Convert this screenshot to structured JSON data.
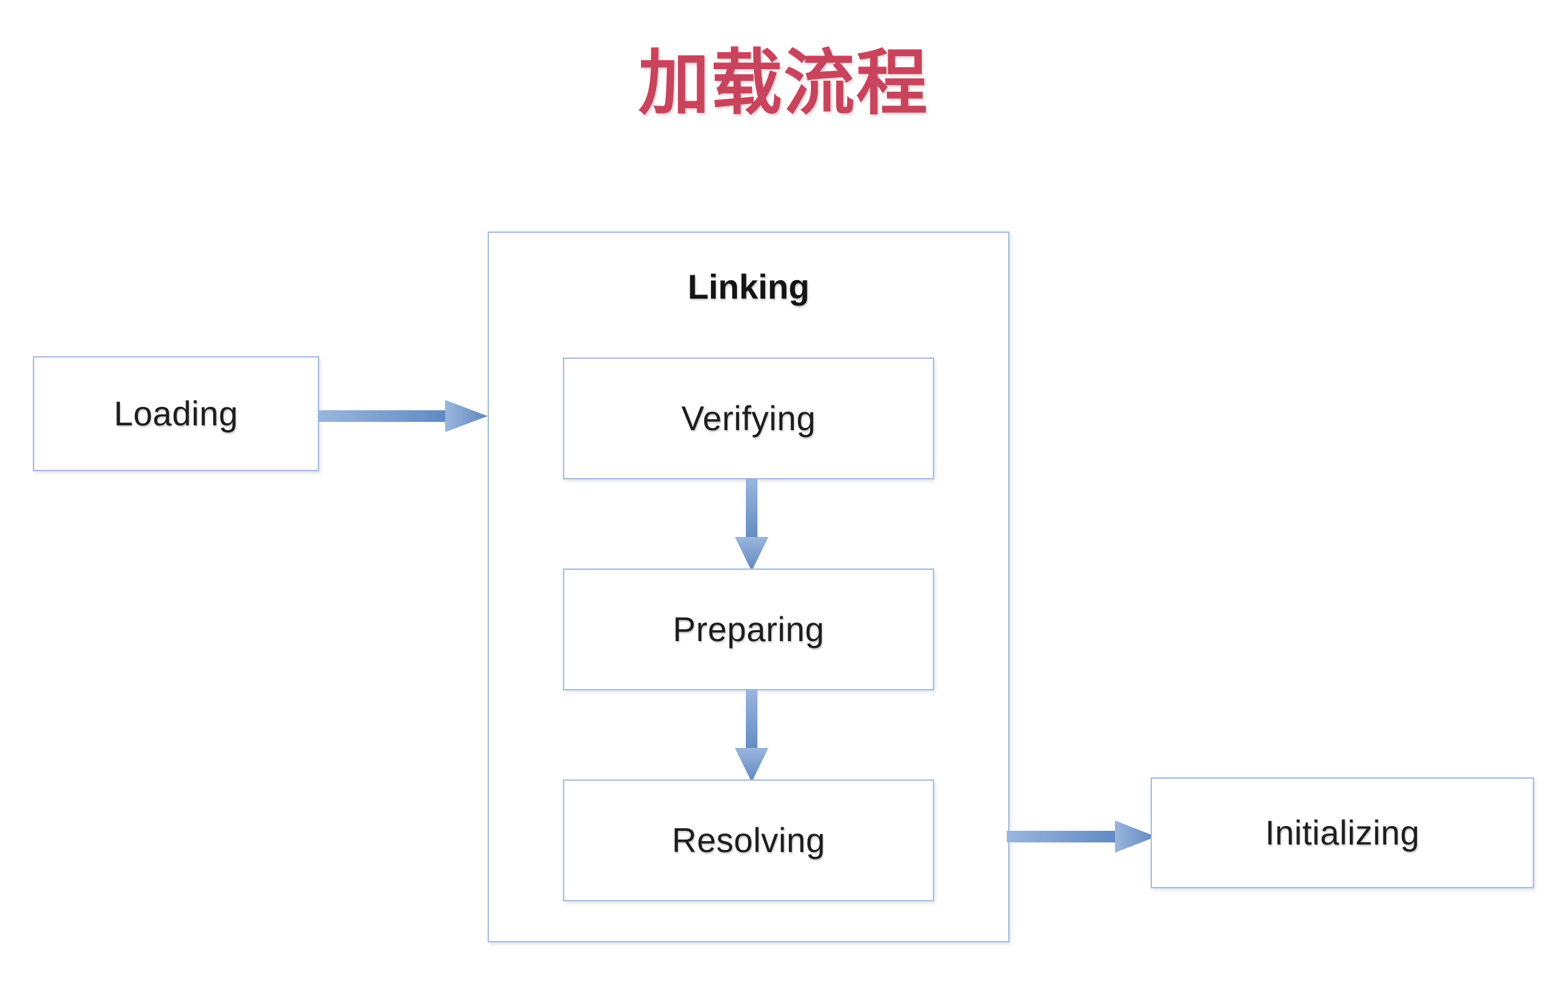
{
  "page": {
    "title": "加载流程",
    "background_color": "#ffffff",
    "title_color": "#c8445c"
  },
  "theme": {
    "box_border_color": "#aabede",
    "box_fill_color": "#ffffff",
    "arrow_color": "#6f94c6",
    "arrow_color_light": "#a9c3e2",
    "text_color": "#1d1d1d"
  },
  "diagram": {
    "type": "flowchart",
    "orientation": "left-to-right",
    "nodes": [
      {
        "id": "loading",
        "label": "Loading",
        "kind": "step"
      },
      {
        "id": "linking",
        "label": "Linking",
        "kind": "group"
      },
      {
        "id": "verifying",
        "label": "Verifying",
        "kind": "step",
        "parent": "linking"
      },
      {
        "id": "preparing",
        "label": "Preparing",
        "kind": "step",
        "parent": "linking"
      },
      {
        "id": "resolving",
        "label": "Resolving",
        "kind": "step",
        "parent": "linking"
      },
      {
        "id": "initializing",
        "label": "Initializing",
        "kind": "step"
      }
    ],
    "edges": [
      {
        "from": "loading",
        "to": "linking",
        "direction": "right"
      },
      {
        "from": "verifying",
        "to": "preparing",
        "direction": "down"
      },
      {
        "from": "preparing",
        "to": "resolving",
        "direction": "down"
      },
      {
        "from": "linking",
        "to": "initializing",
        "direction": "right"
      }
    ]
  }
}
